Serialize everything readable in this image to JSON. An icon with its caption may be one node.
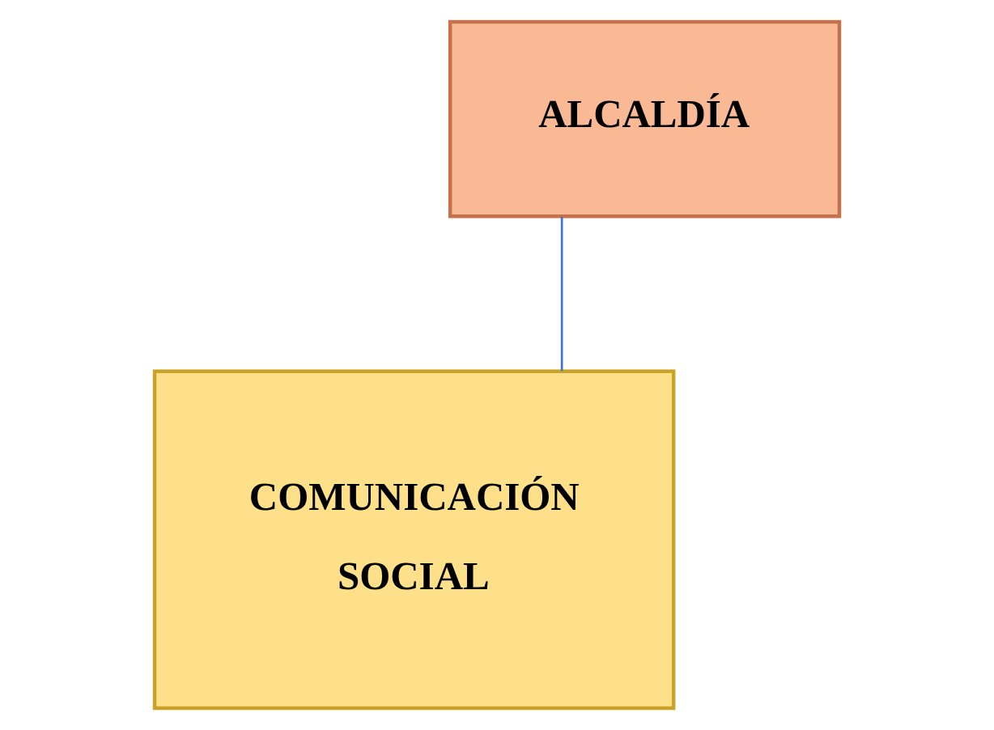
{
  "diagram": {
    "nodes": [
      {
        "text": [
          "ALCALDÍA"
        ]
      },
      {
        "text": [
          "COMUNICACIÓN SOCIAL"
        ]
      }
    ],
    "edges": [
      {
        "from": 0,
        "to": 1,
        "arrow": "none"
      }
    ]
  }
}
